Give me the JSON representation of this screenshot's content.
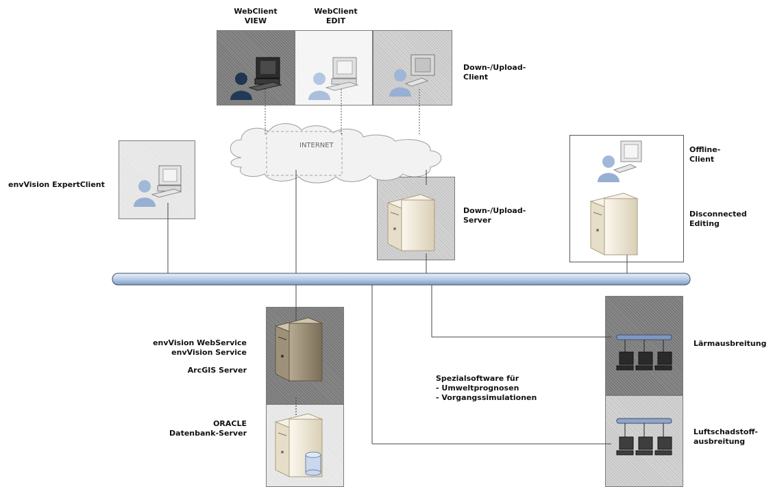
{
  "webclient_view": {
    "line1": "WebClient",
    "line2": "VIEW"
  },
  "webclient_edit": {
    "line1": "WebClient",
    "line2": "EDIT"
  },
  "downupload_client": {
    "line1": "Down-/Upload-",
    "line2": "Client"
  },
  "internet": {
    "label": "INTERNET"
  },
  "expertclient": {
    "label": "envVision ExpertClient"
  },
  "downupload_server": {
    "line1": "Down-/Upload-",
    "line2": "Server"
  },
  "offline_client": {
    "line1": "Offline-",
    "line2": "Client"
  },
  "disconnected": {
    "line1": "Disconnected",
    "line2": "Editing"
  },
  "webservice": {
    "line1": "envVision WebService",
    "line2": "envVision Service",
    "line3": "ArcGIS Server"
  },
  "oracle": {
    "line1": "ORACLE",
    "line2": "Datenbank-Server"
  },
  "spezial": {
    "line1": "Spezialsoftware für",
    "line2": "- Umweltprognosen",
    "line3": "- Vorgangssimulationen"
  },
  "laerm": {
    "label": "Lärmausbreitung"
  },
  "luft": {
    "line1": "Luftschadstoff-",
    "line2": "ausbreitung"
  }
}
